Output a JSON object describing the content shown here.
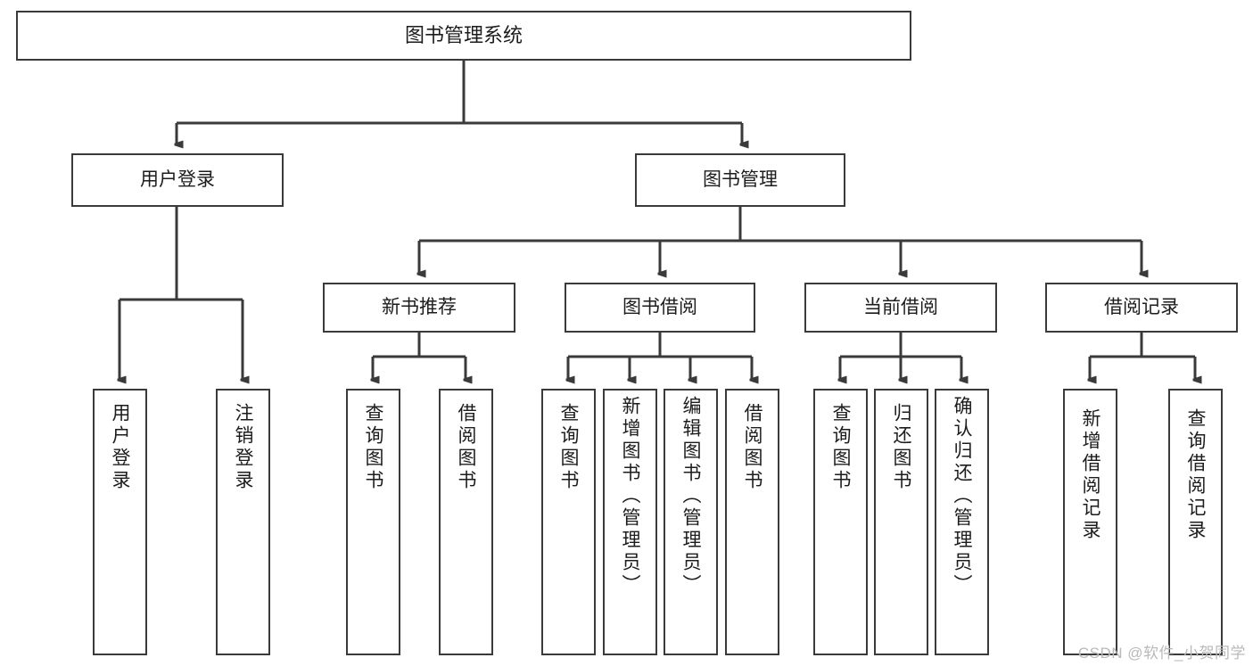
{
  "diagram": {
    "title": "图书管理系统",
    "type": "tree-hierarchy-chart",
    "orientation": "top-down",
    "colors": {
      "box_border": "#3a3a3a",
      "box_fill": "#ffffff",
      "edge": "#3a3a3a",
      "text": "#1c1c1c",
      "background": "#ffffff",
      "watermark": "#b9b9b9"
    },
    "root": {
      "label": "图书管理系统"
    },
    "level1": [
      {
        "label": "用户登录"
      },
      {
        "label": "图书管理"
      }
    ],
    "level2": [
      {
        "label": "新书推荐"
      },
      {
        "label": "图书借阅"
      },
      {
        "label": "当前借阅"
      },
      {
        "label": "借阅记录"
      }
    ],
    "leaves": {
      "user_login": [
        {
          "label": "用户登录"
        },
        {
          "label": "注销登录"
        }
      ],
      "new_book_recommend": [
        {
          "label": "查询图书"
        },
        {
          "label": "借阅图书"
        }
      ],
      "book_borrow": [
        {
          "label": "查询图书"
        },
        {
          "label": "新增图书（管理员）"
        },
        {
          "label": "编辑图书（管理员）"
        },
        {
          "label": "借阅图书"
        }
      ],
      "current_borrow": [
        {
          "label": "查询图书"
        },
        {
          "label": "归还图书"
        },
        {
          "label": "确认归还（管理员）"
        }
      ],
      "borrow_records": [
        {
          "label": "新增借阅记录"
        },
        {
          "label": "查询借阅记录"
        }
      ]
    }
  },
  "watermark": {
    "text": "CSDN @软件_小贺同学"
  }
}
